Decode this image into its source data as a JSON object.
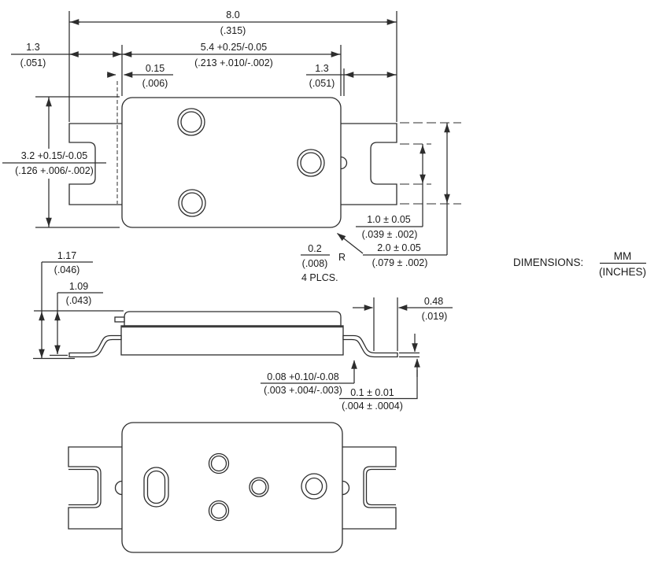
{
  "drawing": {
    "note": {
      "label": "DIMENSIONS:",
      "mm": "MM",
      "inches": "(INCHES)"
    },
    "top_view": {
      "overall_width": {
        "mm": "8.0",
        "inches": "(.315)"
      },
      "body_width": {
        "mm": "5.4 +0.25/-0.05",
        "inches": "(.213 +.010/-.002)"
      },
      "left_lead": {
        "mm": "1.3",
        "inches": "(.051)"
      },
      "lead_offset": {
        "mm": "0.15",
        "inches": "(.006)"
      },
      "right_lead": {
        "mm": "1.3",
        "inches": "(.051)"
      },
      "body_height": {
        "mm": "3.2 +0.15/-0.05",
        "inches": "(.126 +.006/-.002)"
      },
      "notch_width": {
        "mm": "1.0 ± 0.05",
        "inches": "(.039 ± .002)"
      },
      "lead_width": {
        "mm": "2.0 ± 0.05",
        "inches": "(.079 ± .002)"
      },
      "corner_radius": {
        "mm": "0.2",
        "inches": "(.008)",
        "radius_symbol": "R",
        "places": "4 PLCS."
      }
    },
    "side_view": {
      "total_height": {
        "mm": "1.17",
        "inches": "(.046)"
      },
      "body_height": {
        "mm": "1.09",
        "inches": "(.043)"
      },
      "foot_length": {
        "mm": "0.48",
        "inches": "(.019)"
      },
      "standoff": {
        "mm": "0.08 +0.10/-0.08",
        "inches": "(.003 +.004/-.003)"
      },
      "lead_thickness": {
        "mm": "0.1 ± 0.01",
        "inches": "(.004 ± .0004)"
      }
    }
  }
}
